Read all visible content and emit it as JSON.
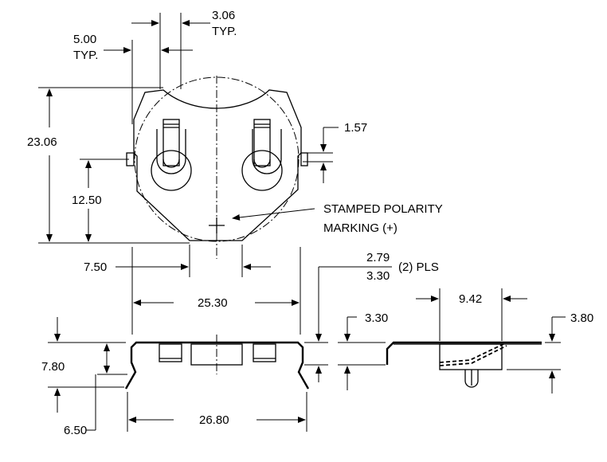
{
  "top_view": {
    "dim_tab_width": "3.06",
    "dim_tab_width_note": "TYP.",
    "dim_tab_pitch": "5.00",
    "dim_tab_pitch_note": "TYP.",
    "dim_height": "23.06",
    "dim_center_height": "12.50",
    "dim_tab_thickness": "1.57",
    "dim_bottom_tab": "7.50",
    "dim_width": "25.30",
    "polarity_line1": "STAMPED POLARITY",
    "polarity_line2": "MARKING (+)"
  },
  "front_view": {
    "dim_total_height": "7.80",
    "dim_clip_height": "6.50",
    "dim_lead_span": "26.80",
    "dim_thickness_min": "2.79",
    "dim_thickness_max": "3.30",
    "dim_thickness_note": "(2) PLS"
  },
  "side_view": {
    "dim_body_height": "3.30",
    "dim_tab_length": "9.42",
    "dim_overall_height": "3.80"
  }
}
